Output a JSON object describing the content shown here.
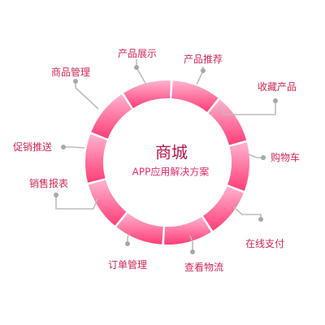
{
  "center": {
    "title": "商城",
    "subtitle": "APP应用解决方案"
  },
  "features": [
    {
      "label": "产品展示"
    },
    {
      "label": "产品推荐"
    },
    {
      "label": "收藏产品"
    },
    {
      "label": "购物车"
    },
    {
      "label": "在线支付"
    },
    {
      "label": "查看物流"
    },
    {
      "label": "订单管理"
    },
    {
      "label": "销售报表"
    },
    {
      "label": "促销推送"
    },
    {
      "label": "商品管理"
    }
  ],
  "colors": {
    "ring_light": "#ffb3d0",
    "ring_dark": "#ff3d76",
    "label_text": "#cc2a58",
    "leader": "#bdbdbd",
    "dot": "#a8a8a8"
  }
}
